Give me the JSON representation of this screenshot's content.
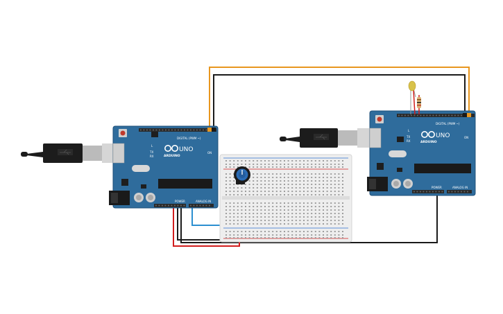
{
  "scene": {
    "colors": {
      "board": "#2f6c9c",
      "board_dark": "#1f4f78",
      "header": "#2a2a2a",
      "breadboard": "#eeeeee",
      "wire_orange": "#e8961e",
      "wire_black": "#1a1a1a",
      "wire_red": "#d11c1c",
      "wire_blue": "#2b8fd0",
      "usb_plug": "#1c1c1c",
      "usb_metal": "#d6d6d6",
      "led": "#d8c24a",
      "resistor": "#d9b275"
    },
    "boards": [
      {
        "model": "UNO",
        "brand": "ARDUINO",
        "digital_label": "DIGITAL (PWM ~)",
        "power_label": "POWER",
        "analog_label": "ANALOG IN",
        "l_label": "L",
        "tx_label": "TX",
        "rx_label": "RX",
        "on_label": "ON"
      },
      {
        "model": "UNO",
        "brand": "ARDUINO",
        "digital_label": "DIGITAL (PWM ~)",
        "power_label": "POWER",
        "analog_label": "ANALOG IN",
        "l_label": "L",
        "tx_label": "TX",
        "rx_label": "RX",
        "on_label": "ON"
      }
    ],
    "icons": {
      "usb": "usb-cable-icon",
      "potentiometer": "potentiometer-icon",
      "led": "led-icon",
      "resistor": "resistor-icon"
    }
  }
}
